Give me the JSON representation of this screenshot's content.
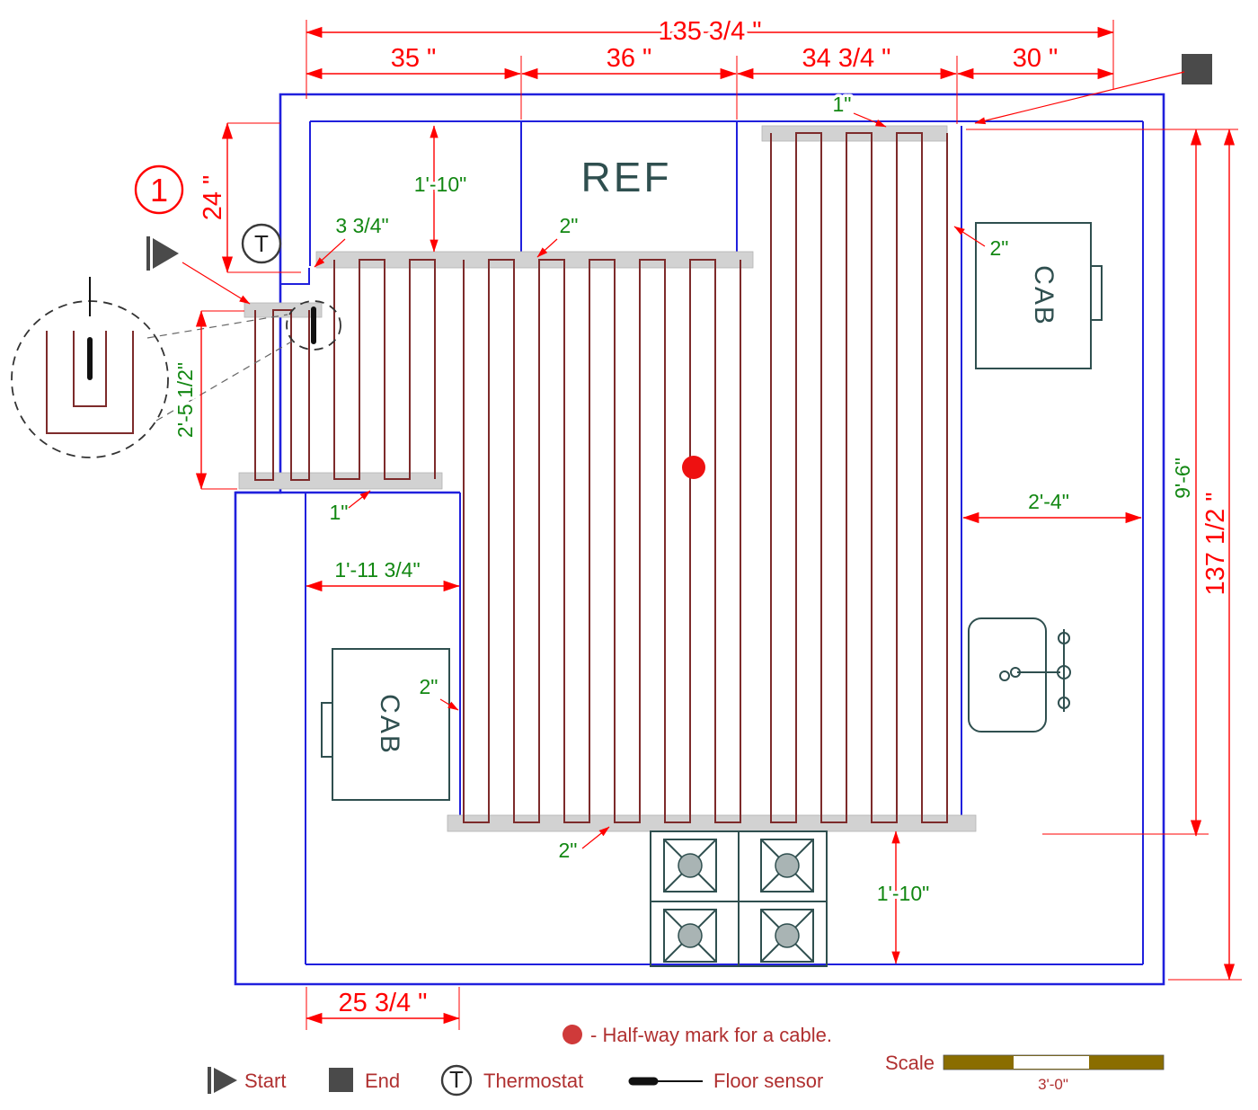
{
  "dims": {
    "top_total": "135 3/4 \"",
    "segments": [
      "35 \"",
      "36 \"",
      "34 3/4 \"",
      "30 \""
    ],
    "left_height": "24 \"",
    "left_arm_height": "2'-5 1/2\"",
    "right_height_inner": "9'-6\"",
    "right_height_total": "137 1/2 \"",
    "bottom_width": "25 3/4 \""
  },
  "annotations": {
    "ref_clearance": "1'-10\"",
    "start_offset": "3 3/4\"",
    "top_spacing": "2\"",
    "right_top_spacing": "1\"",
    "cab_right_clearance": "2\"",
    "left_strip_spacing": "1\"",
    "right_aisle_width": "2'-4\"",
    "lower_left_width": "1'-11 3/4\"",
    "cab_left_clearance": "2\"",
    "bottom_spacing": "2\"",
    "stove_clearance": "1'-10\""
  },
  "labels": {
    "fridge": "REF",
    "cabinet_right": "CAB",
    "cabinet_left": "CAB",
    "detail_callout": "1",
    "thermostat_letter": "T"
  },
  "legend": {
    "start": "Start",
    "end": "End",
    "thermostat": "Thermostat",
    "thermostat_letter": "T",
    "floor_sensor": "Floor sensor",
    "halfway_note": "- Half-way mark for a cable.",
    "scale_label": "Scale",
    "scale_length": "3'-0\""
  },
  "colors": {
    "wall_blue": "#2020dd",
    "cable_maroon": "#7d2b2b",
    "dimension_red": "#ff0000",
    "annotation_green": "#128712",
    "fixture_teal": "#2f4f4f",
    "mat_gray": "#d2d2d2",
    "legend_text": "#b03030",
    "scale_bar_olive": "#8a6d00",
    "halfway_dot_red": "#ee1111"
  }
}
